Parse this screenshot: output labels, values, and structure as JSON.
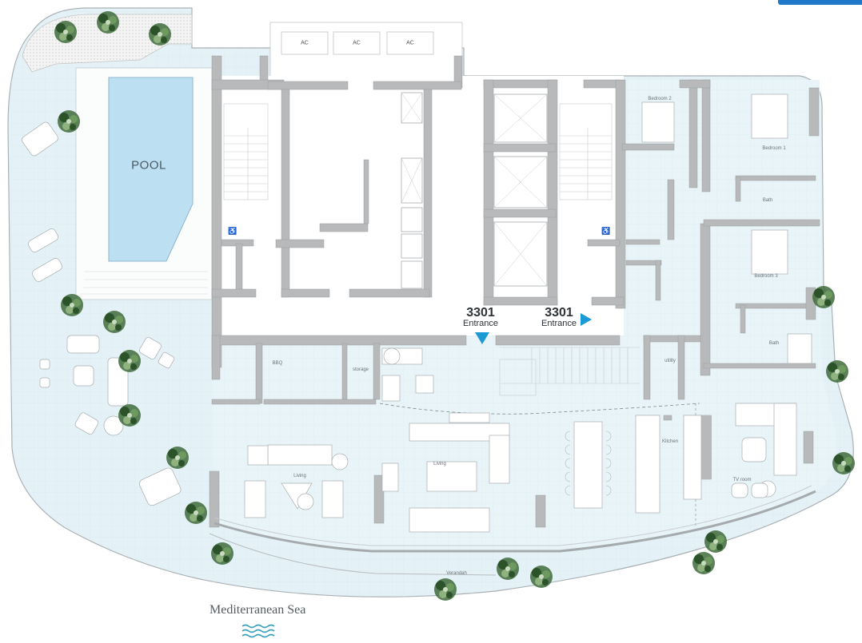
{
  "plan": {
    "unit_number": "3301",
    "colors": {
      "interior_floor": "#e8f4f7",
      "terrace_floor": "#e4f1f6",
      "pool_water": "#bcdff2",
      "walls": "#b7b9ba",
      "wall_outline": "#9d9fa1",
      "entrance_marker": "#1b9ad6",
      "accent_tab": "#1f78c8",
      "sea_waves": "#3aa0b8",
      "label_text": "#6b7379"
    },
    "labels": {
      "pool": "POOL",
      "ac_units": [
        "AC",
        "AC",
        "AC"
      ],
      "entrances": [
        {
          "number": "3301",
          "label": "Entrance",
          "direction": "down"
        },
        {
          "number": "3301",
          "label": "Entrance",
          "direction": "right"
        }
      ],
      "rooms": {
        "bedroom_2": "Bedroom 2",
        "bedroom_1": "Bedroom 1",
        "bath_1": "Bath",
        "bedroom_3": "Bedroom 3",
        "bath_3": "Bath",
        "utility": "utility",
        "bbq": "BBQ",
        "storage": "storage",
        "living_left": "Living",
        "living_center": "Living",
        "kitchen": "Kitchen",
        "tv_room": "TV room",
        "verandah": "Verandah"
      },
      "sea": "Mediterranean Sea"
    },
    "icons": [
      "wheelchair-icon",
      "wheelchair-icon",
      "tree-icon",
      "sea-waves-icon",
      "entrance-arrow-icon"
    ]
  }
}
